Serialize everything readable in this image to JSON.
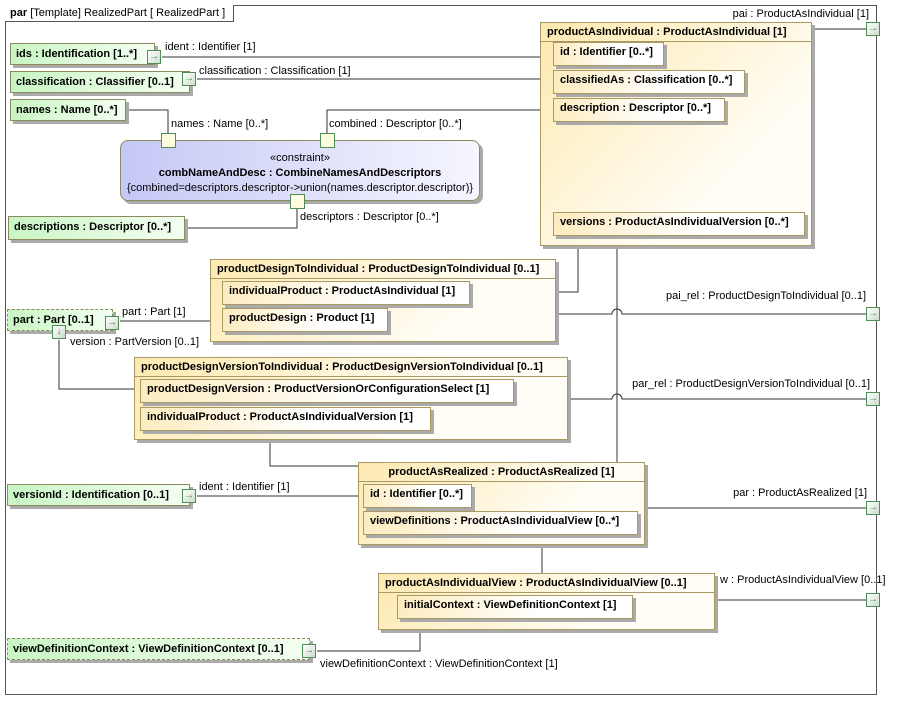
{
  "frame": {
    "kind": "par",
    "title": "[Template] RealizedPart [ RealizedPart ]"
  },
  "parameters": {
    "ids": "ids : Identification [1..*]",
    "classification": "classification : Classifier [0..1]",
    "names": "names : Name [0..*]",
    "descriptions": "descriptions : Descriptor [0..*]",
    "part": "part : Part [0..1]",
    "versionId": "versionId : Identification [0..1]",
    "viewDefinitionContext": "viewDefinitionContext : ViewDefinitionContext [0..1]"
  },
  "constraint": {
    "stereotype": "«constraint»",
    "name": "combNameAndDesc : CombineNamesAndDescriptors",
    "expression": "{combined=descriptors.descriptor->union(names.descriptor.descriptor)}"
  },
  "blocks": {
    "productAsIndividual": {
      "title": "productAsIndividual : ProductAsIndividual [1]",
      "id": "id : Identifier [0..*]",
      "classifiedAs": "classifiedAs : Classification [0..*]",
      "description": "description : Descriptor [0..*]",
      "versions": "versions : ProductAsIndividualVersion [0..*]"
    },
    "productDesignToIndividual": {
      "title": "productDesignToIndividual : ProductDesignToIndividual [0..1]",
      "individualProduct": "individualProduct : ProductAsIndividual [1]",
      "productDesign": "productDesign : Product [1]"
    },
    "productDesignVersionToIndividual": {
      "title": "productDesignVersionToIndividual : ProductDesignVersionToIndividual [0..1]",
      "productDesignVersion": "productDesignVersion : ProductVersionOrConfigurationSelect [1]",
      "individualProduct": "individualProduct : ProductAsIndividualVersion [1]"
    },
    "productAsRealized": {
      "title": "productAsRealized : ProductAsRealized [1]",
      "id": "id : Identifier [0..*]",
      "viewDefinitions": "viewDefinitions : ProductAsIndividualView [0..*]"
    },
    "productAsIndividualView": {
      "title": "productAsIndividualView : ProductAsIndividualView [0..1]",
      "initialContext": "initialContext : ViewDefinitionContext [1]"
    }
  },
  "connector_labels": {
    "ident1": "ident : Identifier [1]",
    "classification": "classification : Classification [1]",
    "names": "names : Name [0..*]",
    "combined": "combined : Descriptor [0..*]",
    "descriptors": "descriptors : Descriptor [0..*]",
    "part": "part : Part [1]",
    "version": "version : PartVersion [0..1]",
    "ident2": "ident : Identifier [1]",
    "viewDefinitionContext": "viewDefinitionContext : ViewDefinitionContext [1]"
  },
  "output_ports": {
    "pai": "pai : ProductAsIndividual [1]",
    "pai_rel": "pai_rel : ProductDesignToIndividual [0..1]",
    "par_rel": "par_rel : ProductDesignVersionToIndividual [0..1]",
    "par": "par : ProductAsRealized [1]",
    "view": "w : ProductAsIndividualView [0..1]"
  },
  "colors": {
    "parameter": "#c9f5c4",
    "block": "#fde9b0",
    "constraint": "#c5c8f5",
    "port": "#4f8f57"
  },
  "icons": {
    "port": "arrow-right",
    "port_down": "arrow-down"
  }
}
